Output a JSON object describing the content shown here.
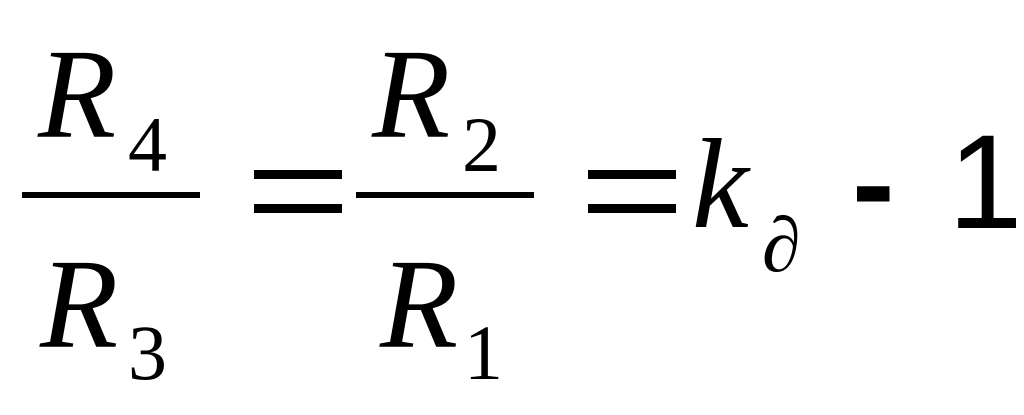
{
  "equation": {
    "fraction_left": {
      "numerator": {
        "symbol": "R",
        "subscript": "4"
      },
      "denominator": {
        "symbol": "R",
        "subscript": "3"
      }
    },
    "equals_sign_1": "=",
    "fraction_right": {
      "numerator": {
        "symbol": "R",
        "subscript": "2"
      },
      "denominator": {
        "symbol": "R",
        "subscript": "1"
      }
    },
    "equals_sign_2": "=",
    "rhs": {
      "symbol": "k",
      "subscript": "∂",
      "operator": "-",
      "constant": "1"
    }
  }
}
